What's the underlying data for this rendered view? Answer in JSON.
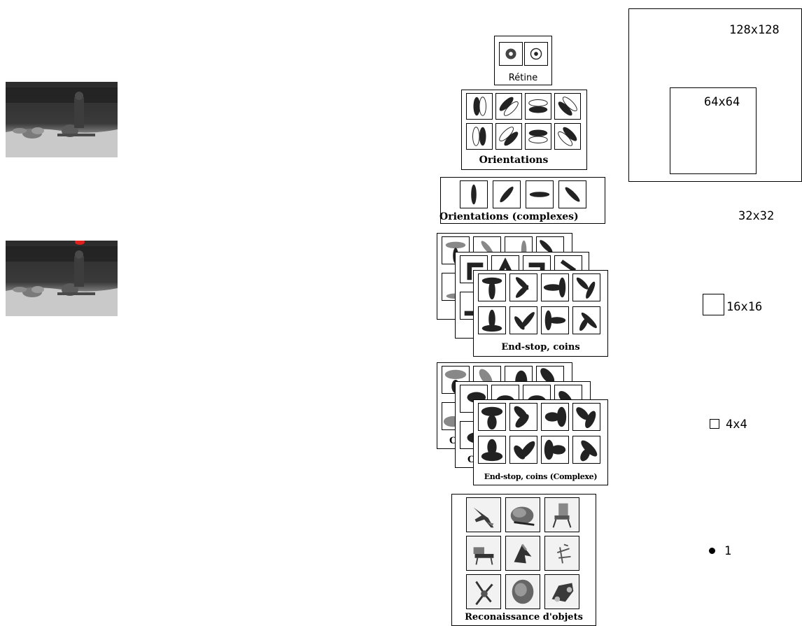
{
  "stages": {
    "retine": "Rétine",
    "orientations": "Orientations",
    "orientations_complexes": "Orientations (complexes)",
    "endstop": "End-stop, coins",
    "endstop_back_fragment": "C",
    "endstop_complexes": "End-stop, coins (Complexe)",
    "objets": "Reconaissance d'objets"
  },
  "scales": {
    "s128": "128x128",
    "s64": "64x64",
    "s32": "32x32",
    "s16": "16x16",
    "s4": "4x4",
    "s1": "1"
  },
  "colors": {
    "fixation_marker": "#e0201c",
    "ink": "#222222"
  }
}
